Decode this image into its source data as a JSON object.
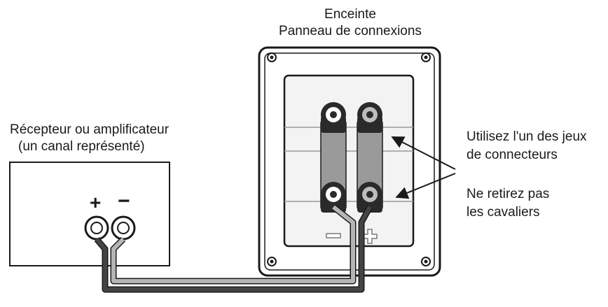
{
  "speaker_title": [
    "Enceinte",
    "Panneau de connexions"
  ],
  "receiver_label": [
    "Récepteur ou amplificateur",
    "(un canal représenté)"
  ],
  "annotation_terminals": [
    "Utilisez l'un des jeux",
    "de connecteurs"
  ],
  "annotation_jumpers": [
    "Ne retirez pas",
    "les cavaliers"
  ],
  "receiver_polarity": {
    "plus": "+",
    "minus": "−"
  },
  "colors": {
    "ink": "#1a1a1a",
    "panel_face": "#e6e6e6",
    "jumper": "#9a9a9a",
    "cable_dark": "#444444",
    "cable_light": "#b5b5b5"
  },
  "icons": [
    "screw-icon",
    "binding-post-icon",
    "jumper-strap-icon",
    "minus-mark-icon",
    "plus-mark-icon",
    "arrow-icon"
  ]
}
